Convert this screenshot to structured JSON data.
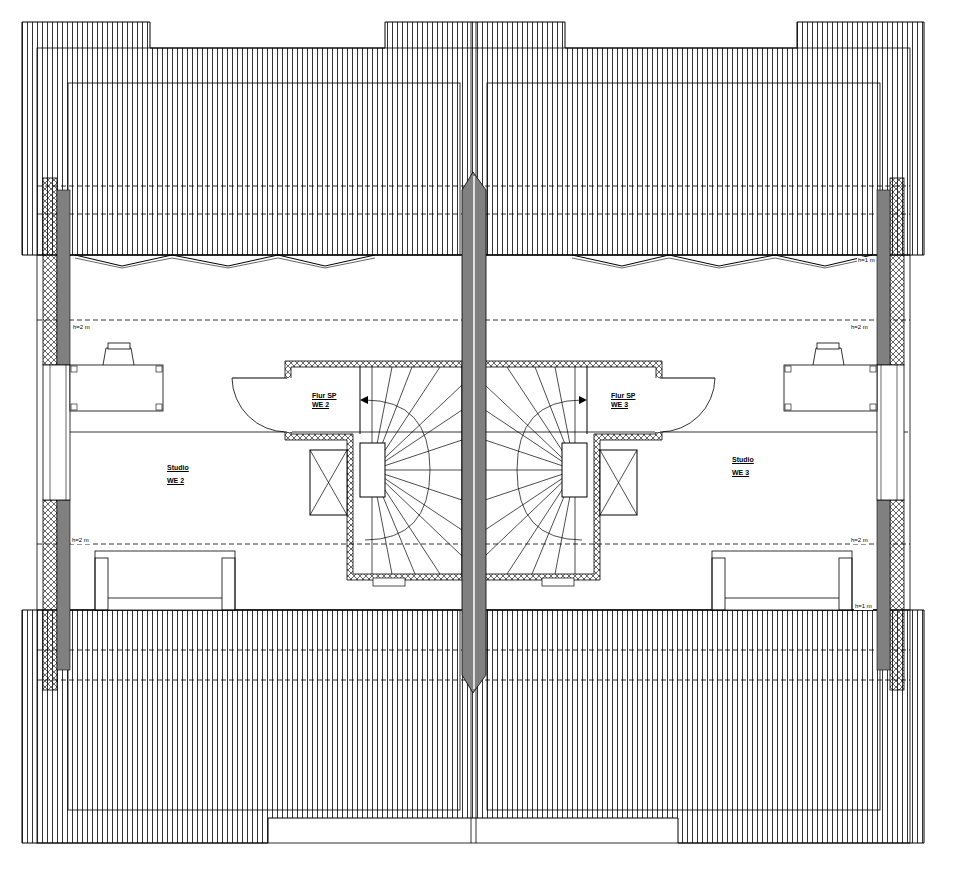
{
  "diagram": {
    "nodes": [
      {
        "text": [
          "Flur SP",
          "WE 2"
        ]
      },
      {
        "text": [
          "Flur SP",
          "WE 3"
        ]
      }
    ],
    "labels": [
      "Studio",
      "WE 2",
      "Studio",
      "WE 3",
      "h=1 m",
      "h=2 m",
      "h=2 m",
      "h=2 m",
      "h=2 m",
      "h=1 m"
    ]
  }
}
